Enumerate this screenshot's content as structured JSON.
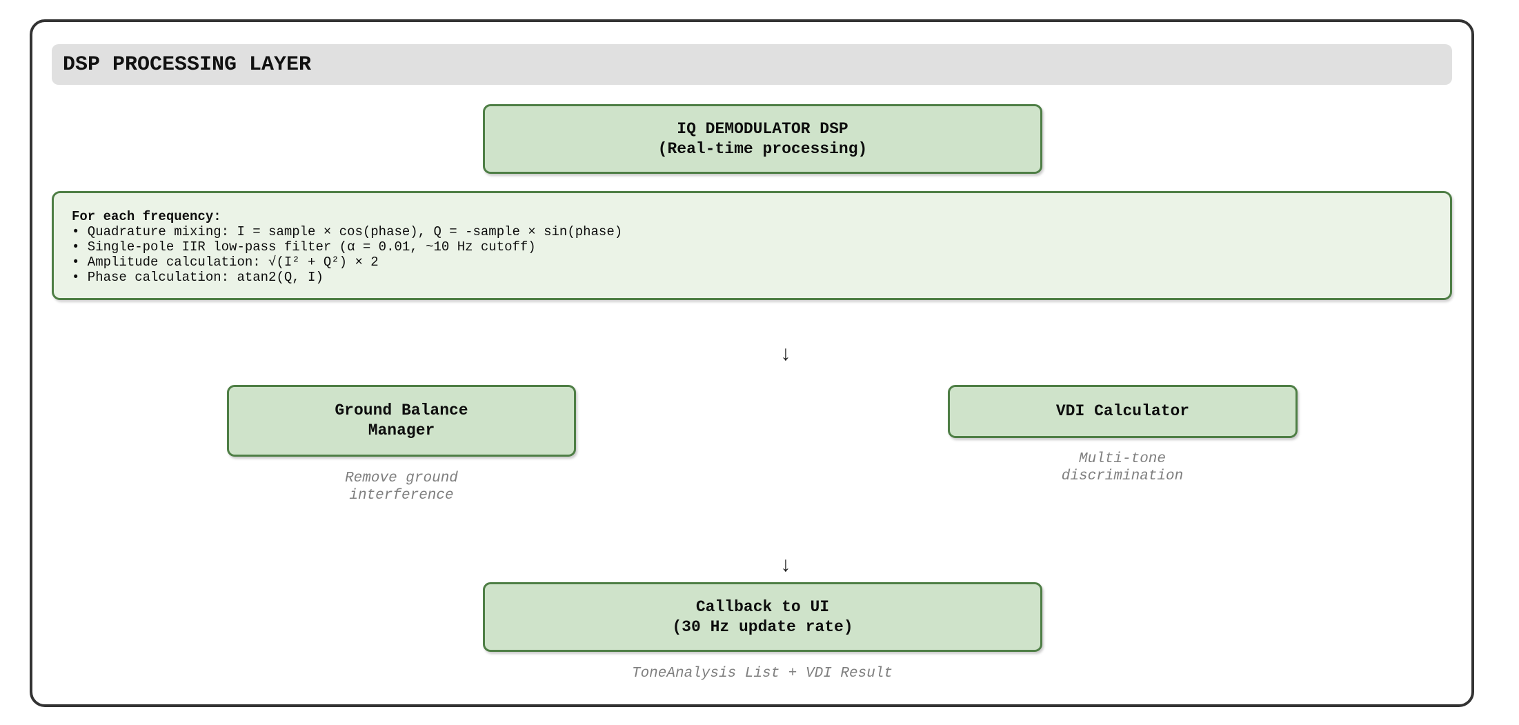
{
  "panel": {
    "title": "DSP PROCESSING LAYER"
  },
  "flow": {
    "arrow_glyph": "↓",
    "iq_demodulator": {
      "title": "IQ DEMODULATOR DSP",
      "subtitle": "(Real-time processing)"
    },
    "frequency_steps": {
      "heading": "For each frequency:",
      "bullets": [
        "• Quadrature mixing: I = sample × cos(phase), Q = -sample × sin(phase)",
        "• Single-pole IIR low-pass filter (α = 0.01, ~10 Hz cutoff)",
        "• Amplitude calculation: √(I² + Q²) × 2",
        "• Phase calculation: atan2(Q, I)"
      ]
    },
    "ground_balance": {
      "title": "Ground Balance",
      "subtitle": "Manager",
      "caption_line1": "Remove ground",
      "caption_line2": "interference"
    },
    "vdi_calculator": {
      "title": "VDI Calculator",
      "caption_line1": "Multi-tone",
      "caption_line2": "discrimination"
    },
    "callback": {
      "title": "Callback to UI",
      "subtitle": "(30 Hz update rate)",
      "caption": "ToneAnalysis List + VDI Result"
    }
  },
  "colors": {
    "box_fill": "#cfe3ca",
    "box_border": "#4e7e45",
    "detail_fill": "#ebf3e7",
    "header_bg": "#e0e0e0",
    "caption_text": "#7f7f7f",
    "outer_border": "#333333"
  }
}
